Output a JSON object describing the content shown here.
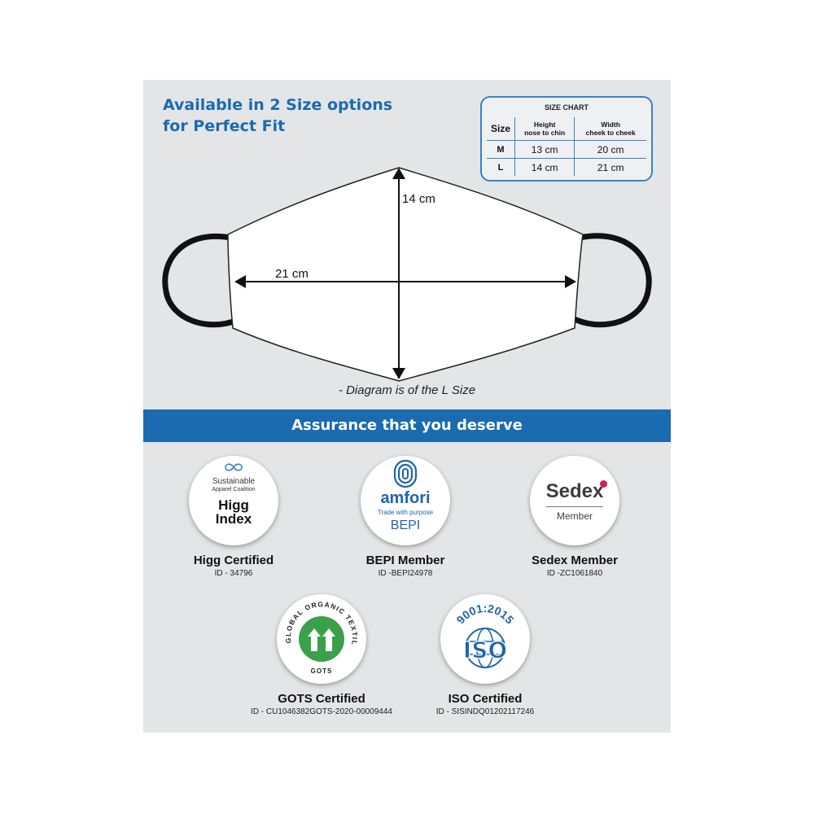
{
  "headline": [
    "Available in 2 Size options",
    "for Perfect Fit"
  ],
  "size_chart": {
    "title": "SIZE CHART",
    "headers": [
      "Size",
      "Height",
      "nose to chin",
      "Width",
      "cheek to cheek"
    ],
    "rows": [
      {
        "size": "M",
        "height": "13 cm",
        "width": "20 cm"
      },
      {
        "size": "L",
        "height": "14 cm",
        "width": "21 cm"
      }
    ]
  },
  "diagram": {
    "height_label": "14 cm",
    "width_label": "21 cm",
    "caption": "- Diagram is of the L Size"
  },
  "banner": "Assurance that you deserve",
  "certifications": [
    {
      "name": "Higg Certified",
      "id": "ID - 34796",
      "logo": {
        "line1": "Sustainable",
        "line2": "Apparel Coalition",
        "line3": "Higg",
        "line4": "Index"
      }
    },
    {
      "name": "BEPI Member",
      "id": "ID -BEPI24978",
      "logo": {
        "brand": "amfori",
        "tagline": "Trade with purpose",
        "sub": "BEPI"
      }
    },
    {
      "name": "Sedex Member",
      "id": "ID -ZC1061840",
      "logo": {
        "brand": "Sedex",
        "sub": "Member"
      }
    },
    {
      "name": "GOTS Certified",
      "id": "ID - CU1046382GOTS-2020-00009444",
      "logo": {
        "ring": "GLOBAL ORGANIC TEXTILE STANDARD",
        "bottom": "GOTS"
      }
    },
    {
      "name": "ISO Certified",
      "id": "ID - SISINDQ01202117246",
      "logo": {
        "top": "9001:2015",
        "brand": "ISO"
      }
    }
  ],
  "colors": {
    "accent": "#1a6bb0",
    "panel": "#e4e5e7",
    "gots_green": "#3aa14a",
    "sedex_red": "#d6204f"
  }
}
